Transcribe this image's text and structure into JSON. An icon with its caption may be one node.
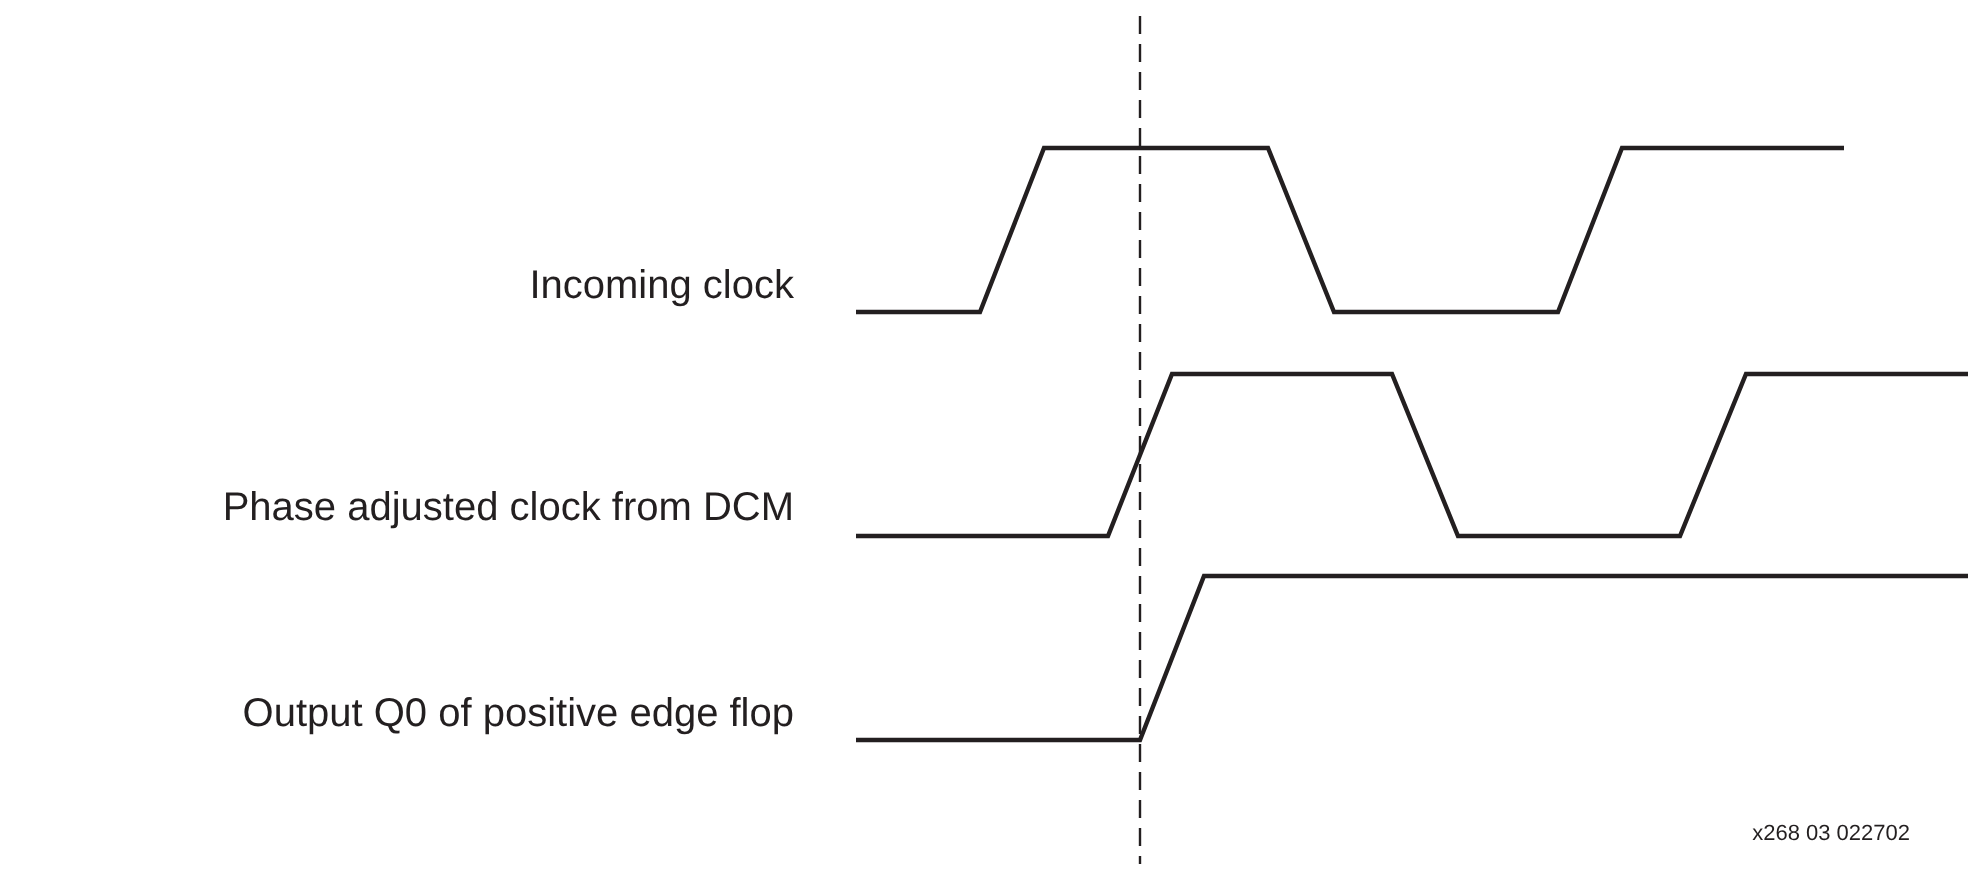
{
  "diagram": {
    "labels": [
      "Incoming clock",
      "Phase adjusted clock from DCM",
      "Output Q0 of positive edge flop",
      "x268 03 022702"
    ]
  }
}
